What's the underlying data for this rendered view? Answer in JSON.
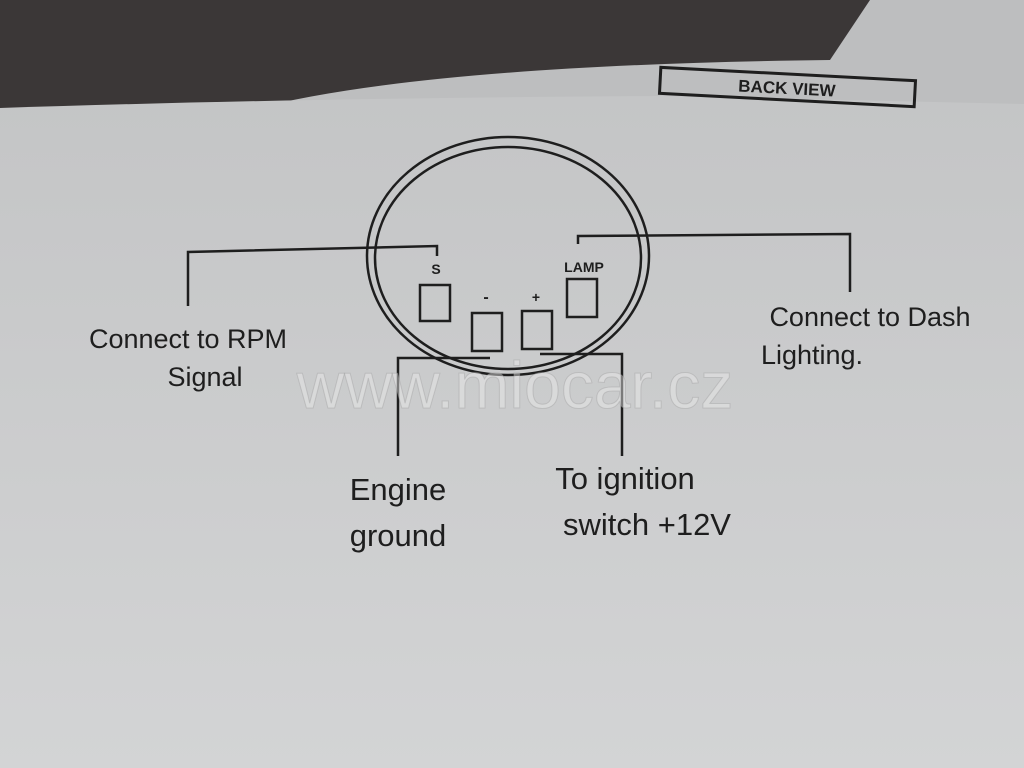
{
  "diagram": {
    "header_label": "BACK VIEW",
    "terminals": {
      "signal": "S",
      "ground": "-",
      "power": "+",
      "lamp": "LAMP"
    },
    "labels": {
      "rpm_line1": "Connect to RPM",
      "rpm_line2": "Signal",
      "dash_line1": "Connect to Dash",
      "dash_line2": "Lighting.",
      "ground_line1": "Engine",
      "ground_line2": "ground",
      "ignition_line1": "To ignition",
      "ignition_line2": "switch +12V"
    },
    "watermark": "www.miocar.cz"
  },
  "colors": {
    "paper": "#cbcccd",
    "ink": "#1e1e1e",
    "shadow": "#3b3737"
  }
}
